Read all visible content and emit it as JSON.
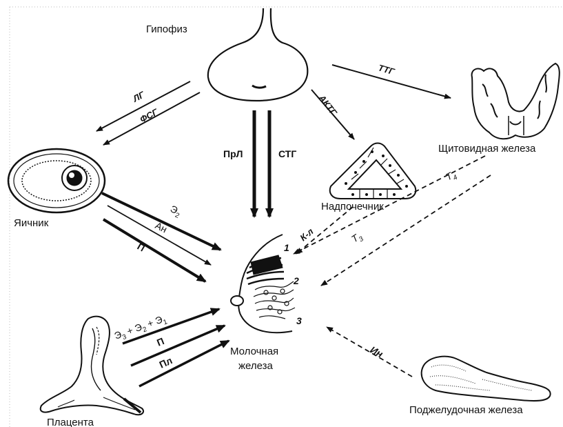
{
  "organs": {
    "pituitary": "Гипофиз",
    "thyroid": "Щитовидная железа",
    "adrenal": "Надпочечник",
    "ovary": "Яичник",
    "mammary_line1": "Молочная",
    "mammary_line2": "железа",
    "placenta": "Плацента",
    "pancreas": "Поджелудочная железа"
  },
  "hormones": {
    "lg": "ЛГ",
    "fsg": "ФСГ",
    "prl": "ПрЛ",
    "stg": "СТГ",
    "aktg": "АКТГ",
    "ttg": "ТТГ",
    "t4": "Т",
    "t4_sub": "4",
    "t3": "Т",
    "t3_sub": "3",
    "kl": "К-л",
    "in": "Ин",
    "e2": "Э",
    "e2_sub": "2",
    "an": "Ан",
    "p_ovary": "П",
    "placenta_e3": "Э",
    "placenta_e3_sub": "3",
    "placenta_plus1": " + Э",
    "placenta_e2_sub": "2",
    "placenta_plus2": " + Э",
    "placenta_e1_sub": "1",
    "p_placenta": "П",
    "pl": "Пл"
  },
  "markers": {
    "m1": "1",
    "m2": "2",
    "m3": "3"
  },
  "colors": {
    "ink": "#111111",
    "paper": "#ffffff",
    "frame": "#b8b8b8"
  }
}
